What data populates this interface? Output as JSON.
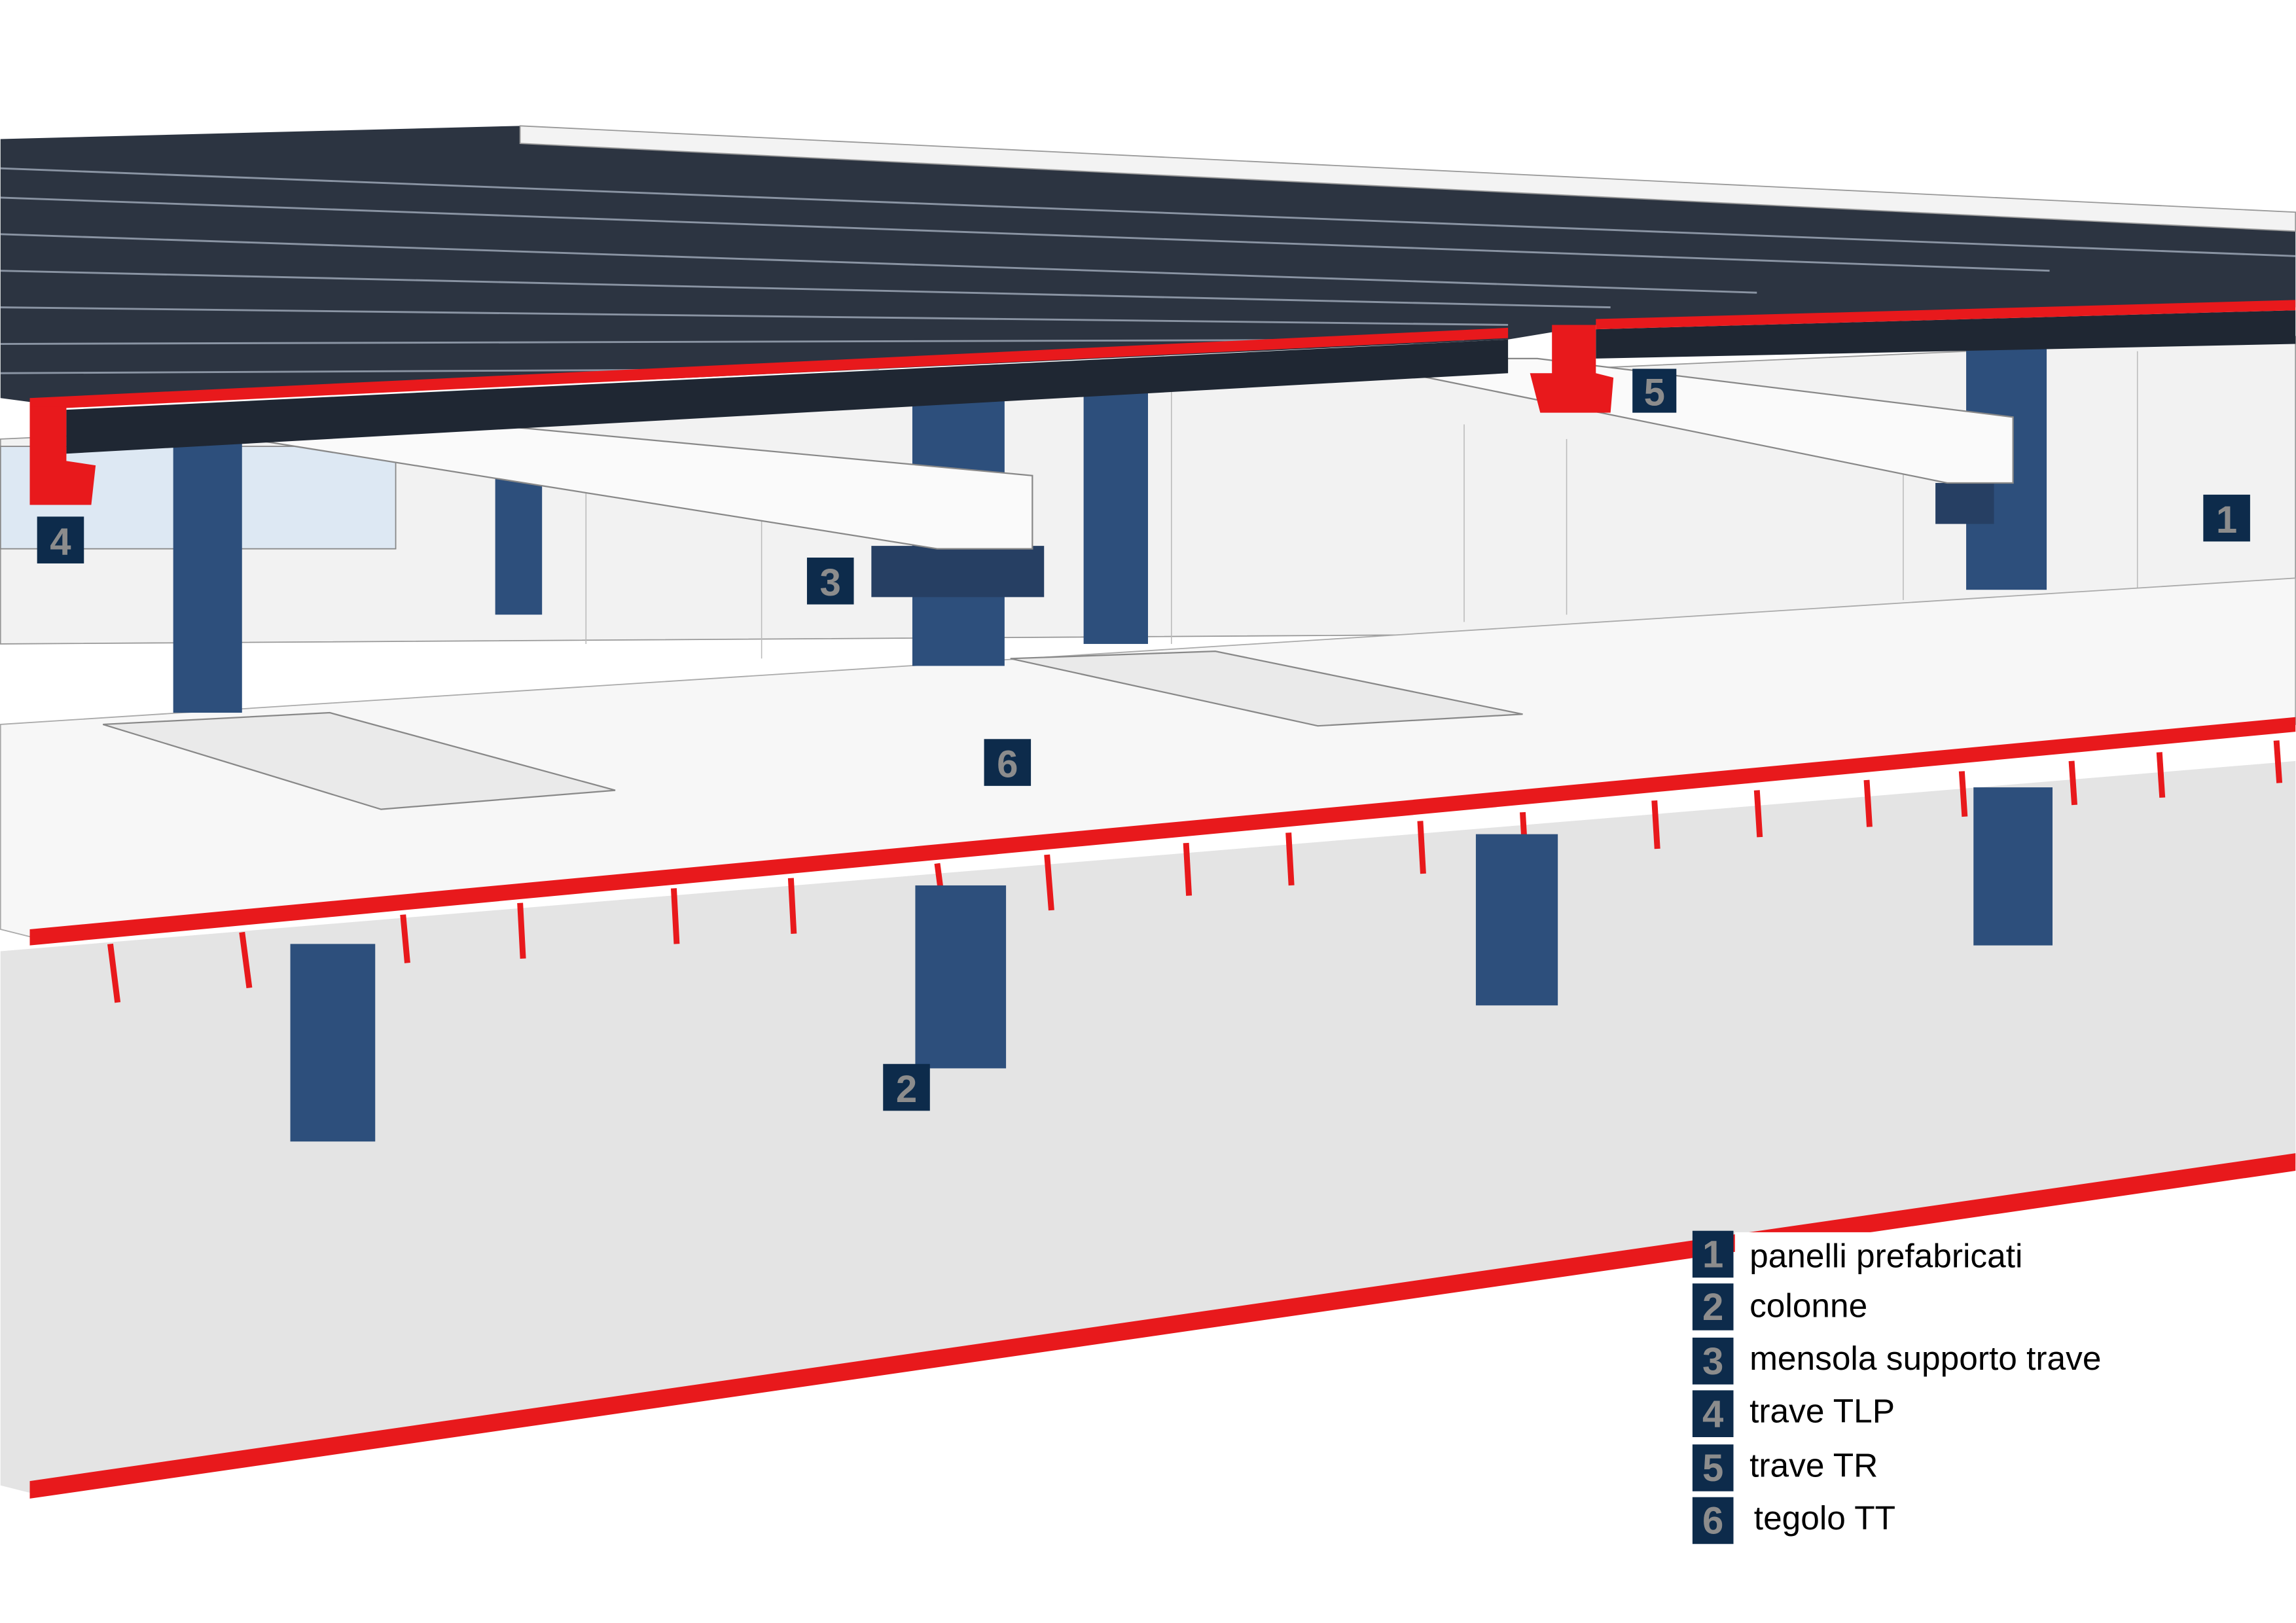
{
  "colors": {
    "accent_red": "#e8191c",
    "column_blue": "#2d4f7c",
    "roof_dark": "#2c3441",
    "label_box": "#0d2b4b",
    "label_number": "#8c8c8c"
  },
  "callouts": [
    {
      "number": "1"
    },
    {
      "number": "2"
    },
    {
      "number": "3"
    },
    {
      "number": "4"
    },
    {
      "number": "5"
    },
    {
      "number": "6"
    }
  ],
  "legend": [
    {
      "number": "1",
      "label": "panelli prefabricati"
    },
    {
      "number": "2",
      "label": "colonne"
    },
    {
      "number": "3",
      "label": "mensola supporto trave"
    },
    {
      "number": "4",
      "label": "trave TLP"
    },
    {
      "number": "5",
      "label": "trave TR"
    },
    {
      "number": "6",
      "label": "tegolo TT"
    }
  ]
}
